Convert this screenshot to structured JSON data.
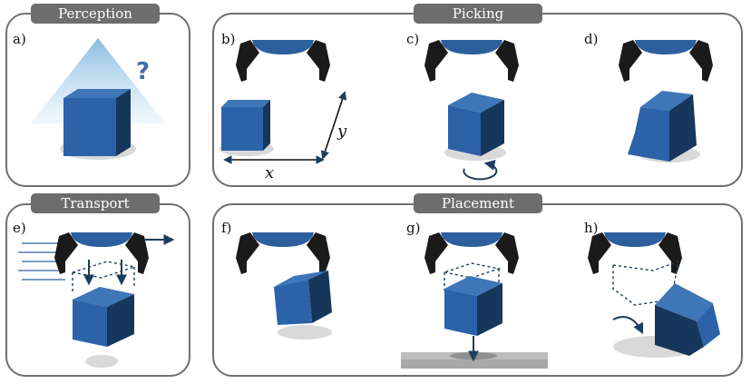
{
  "sections": {
    "perception": {
      "title": "Perception"
    },
    "picking": {
      "title": "Picking"
    },
    "transport": {
      "title": "Transport"
    },
    "placement": {
      "title": "Placement"
    }
  },
  "subfigures": {
    "a": "a)",
    "b": "b)",
    "c": "c)",
    "d": "d)",
    "e": "e)",
    "f": "f)",
    "g": "g)",
    "h": "h)"
  },
  "annotations": {
    "uncertainty": "?",
    "x_axis": "x",
    "y_axis": "y"
  },
  "colors": {
    "cube_front": "#2b62a8",
    "cube_top": "#3e76b8",
    "cube_side": "#16365c",
    "gripper": "#1a1a1a",
    "suction": "#2c5f9e",
    "arrow": "#1d3d5e",
    "shadow": "#d9d9d9",
    "border": "#6f6f6f",
    "tab": "#6d6d6d"
  }
}
